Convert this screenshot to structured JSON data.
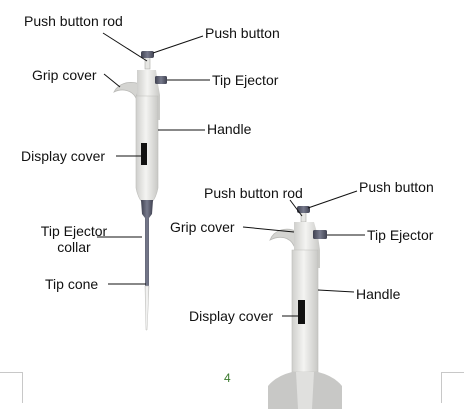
{
  "diagram": {
    "left_labels": {
      "push_button_rod": "Push button rod",
      "push_button": "Push button",
      "grip_cover": "Grip cover",
      "tip_ejector": "Tip Ejector",
      "handle": "Handle",
      "display_cover": "Display cover",
      "tip_ejector_collar_line1": "Tip Ejector",
      "tip_ejector_collar_line2": "collar",
      "tip_cone": "Tip cone"
    },
    "right_labels": {
      "push_button_rod": "Push button rod",
      "push_button": "Push button",
      "grip_cover": "Grip cover",
      "tip_ejector": "Tip Ejector",
      "handle": "Handle",
      "display_cover": "Display cover"
    }
  },
  "page_number": "4",
  "colors": {
    "body_light": "#eeeeec",
    "body_shade": "#c9c9c6",
    "metal_dark": "#5a5c6c",
    "display": "#111111",
    "page_number": "#3a7a2c"
  }
}
